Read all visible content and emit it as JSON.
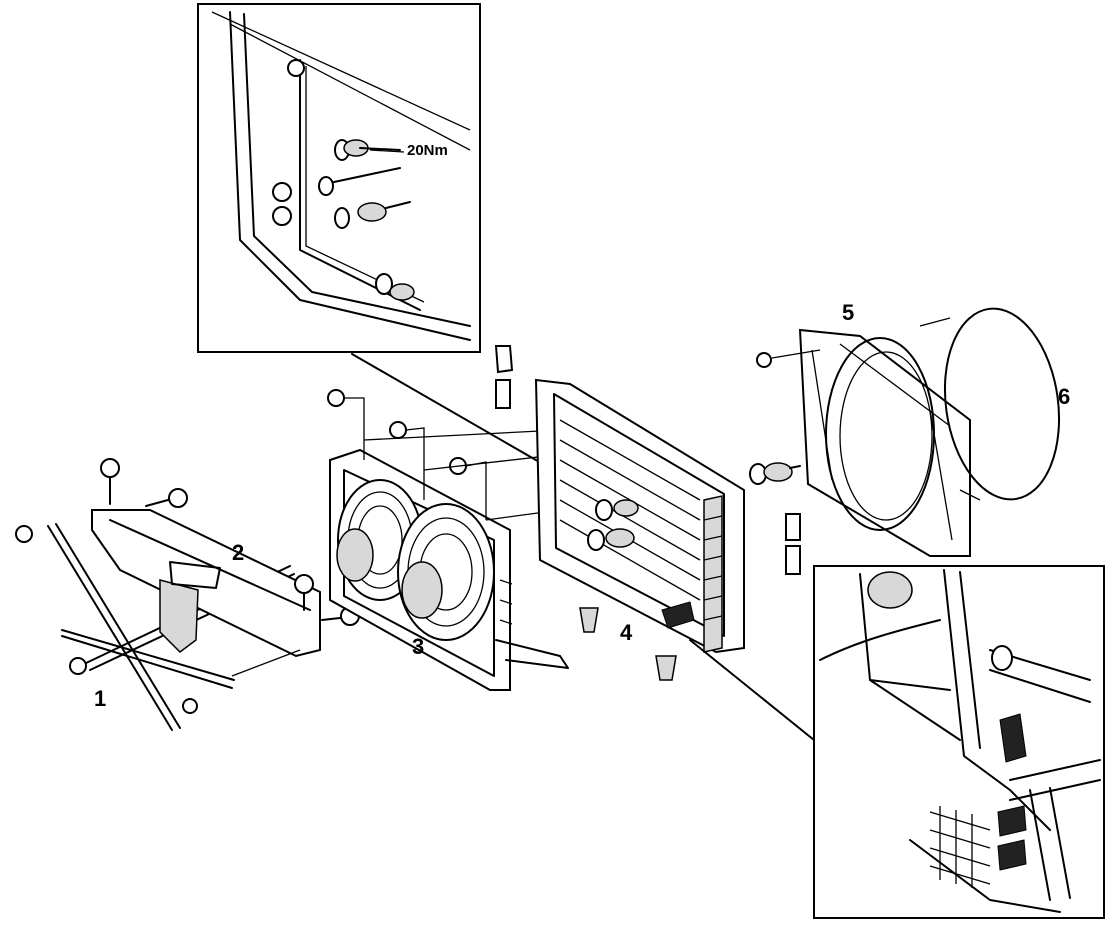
{
  "diagram": {
    "callouts": [
      {
        "id": "1",
        "label": "1"
      },
      {
        "id": "2",
        "label": "2"
      },
      {
        "id": "3",
        "label": "3"
      },
      {
        "id": "4",
        "label": "4"
      },
      {
        "id": "5",
        "label": "5"
      },
      {
        "id": "6",
        "label": "6"
      }
    ],
    "torque_spec": "20Nm"
  }
}
